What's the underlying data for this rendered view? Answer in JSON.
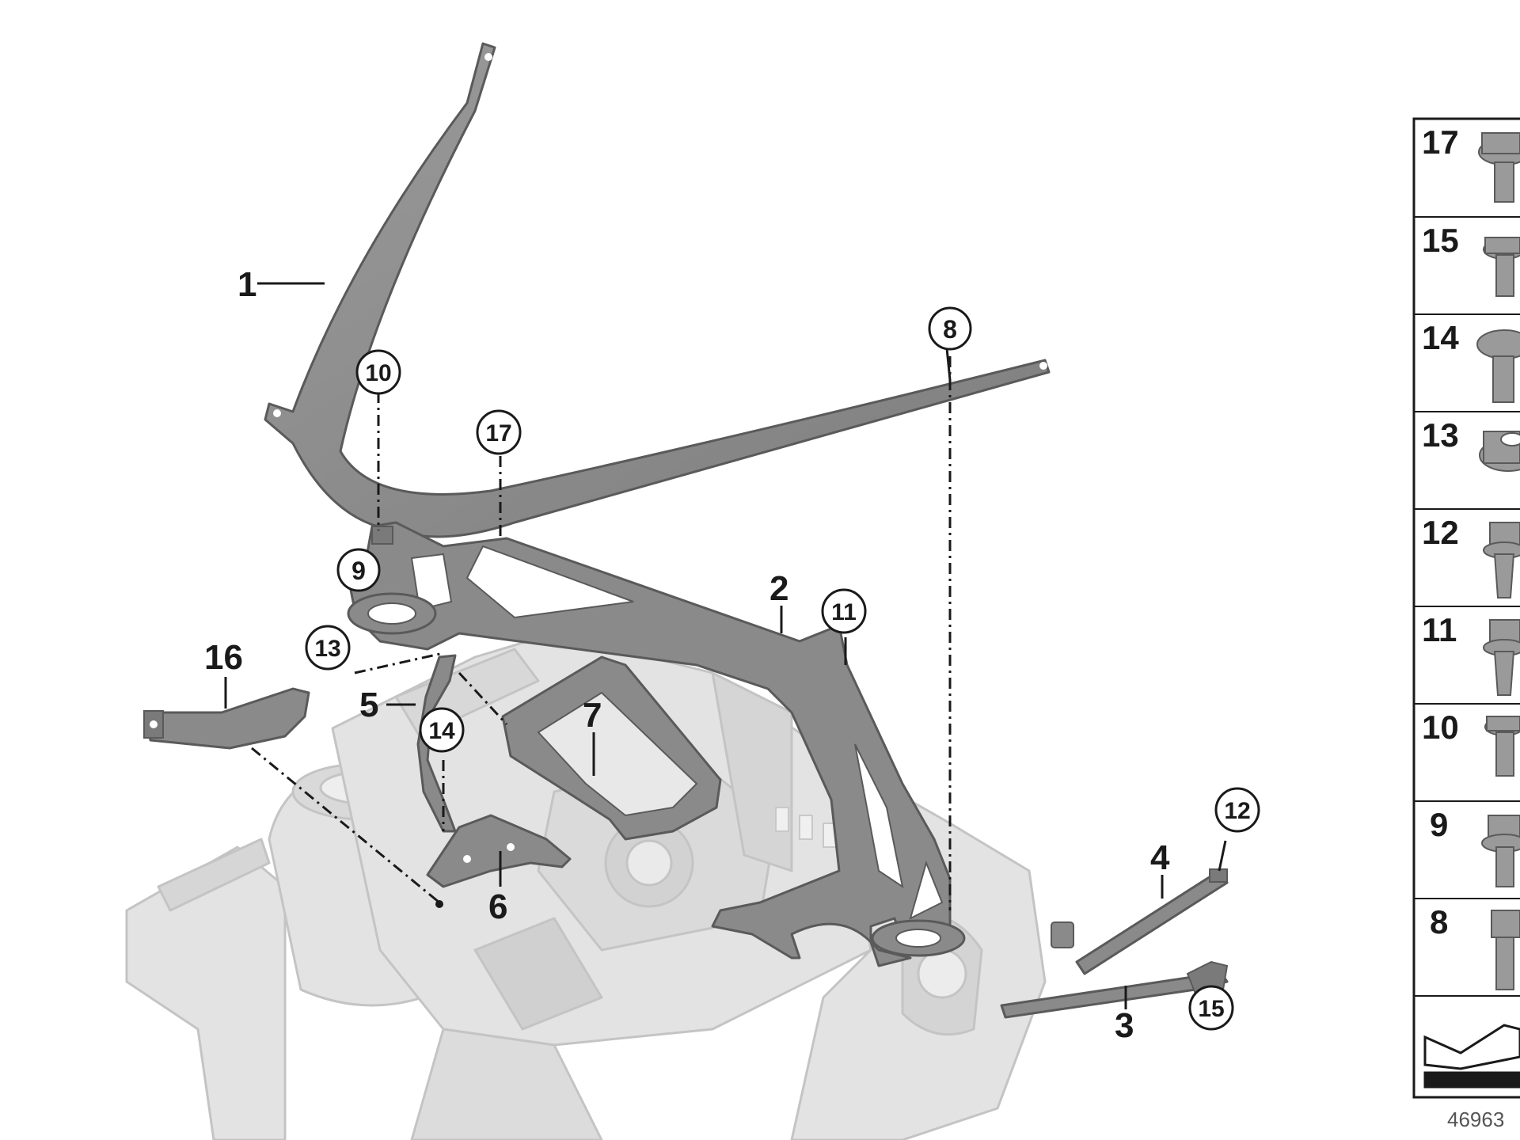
{
  "diagram": {
    "callouts": {
      "c1": "1",
      "c2": "2",
      "c3": "3",
      "c4": "4",
      "c5": "5",
      "c6": "6",
      "c7": "7",
      "c8": "8",
      "c9": "9",
      "c10": "10",
      "c11": "11",
      "c12": "12",
      "c13": "13",
      "c14": "14",
      "c15": "15",
      "c16": "16",
      "c17": "17"
    },
    "legend": [
      "17",
      "15",
      "14",
      "13",
      "12",
      "11",
      "10",
      "9",
      "8"
    ],
    "reference_number": "46963"
  },
  "colors": {
    "part_fill": "#8a8a8a",
    "part_stroke": "#5a5a5a",
    "body_fill": "#e3e3e3",
    "body_stroke": "#c4c4c4",
    "line": "#1a1a1a"
  }
}
